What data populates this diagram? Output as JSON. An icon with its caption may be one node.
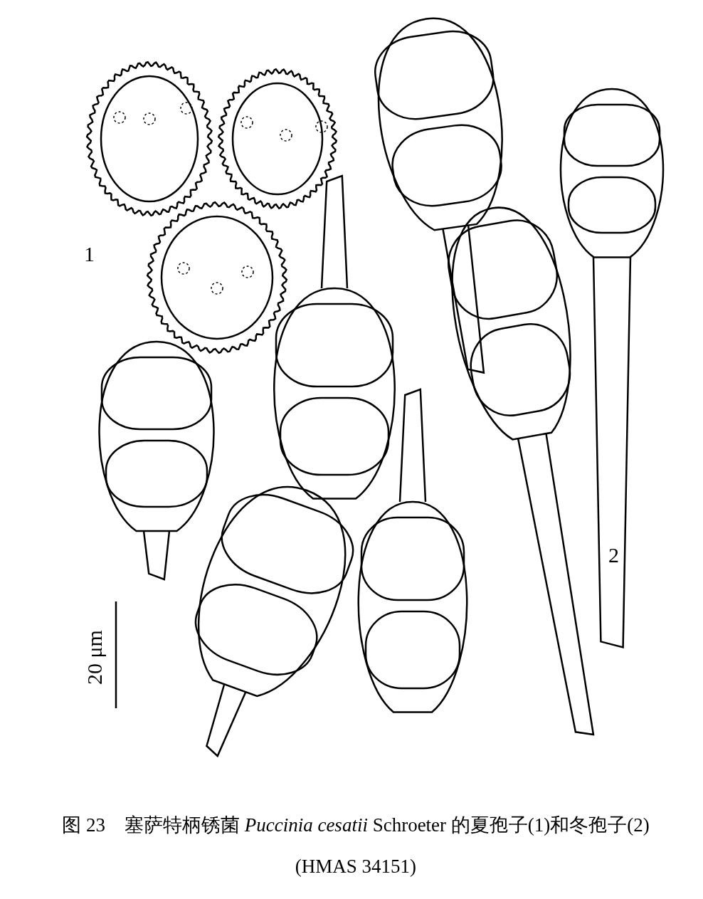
{
  "diagram": {
    "caption": "图 23　塞萨特柄锈菌 *Puccinia cesatii* Schroeter 的夏孢子(1)和冬孢子(2)(HMAS 34151)",
    "labels": [
      "1",
      "2",
      "20 μm"
    ]
  }
}
